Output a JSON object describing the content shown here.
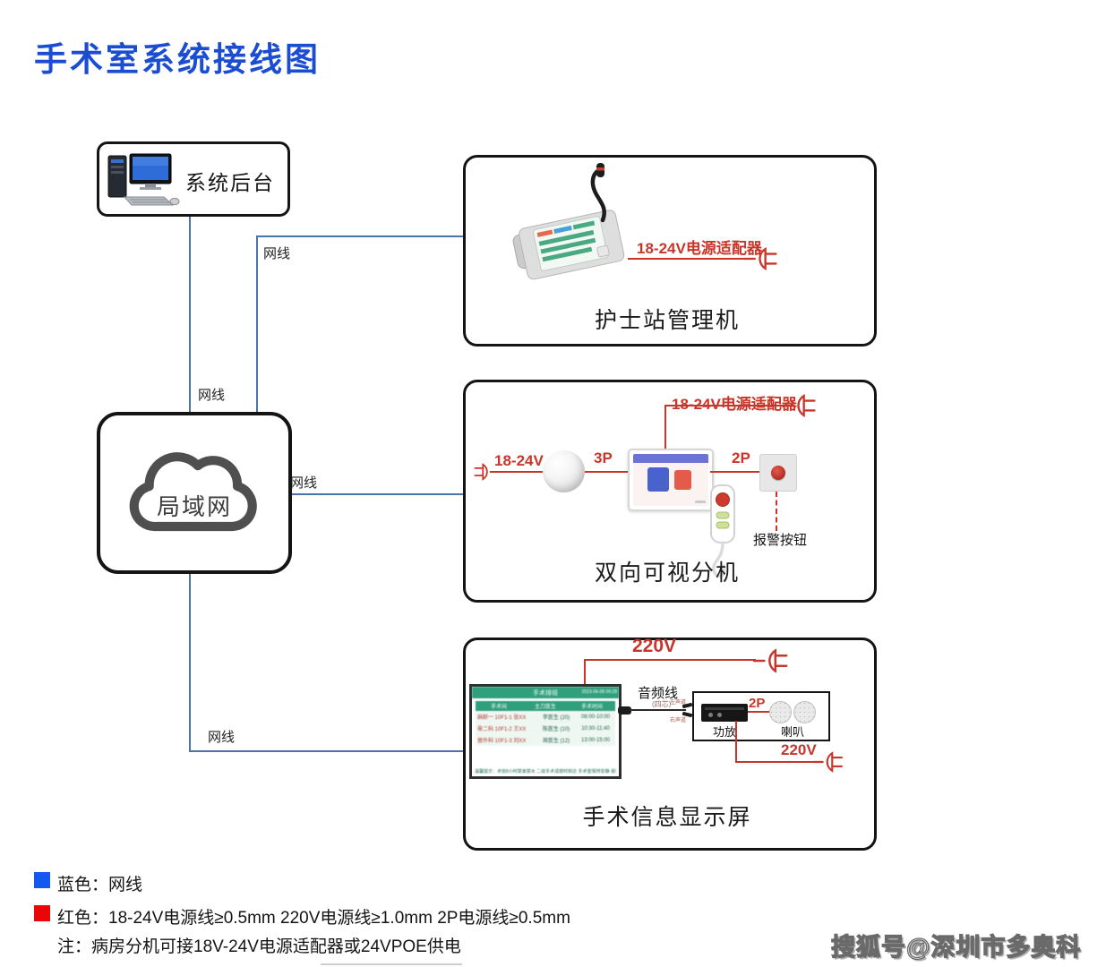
{
  "title": "手术室系统接线图",
  "watermark": "搜狐号@深圳市多奥科技",
  "colors": {
    "title_blue": "#1b4dd2",
    "wire_blue": "#4a74ac",
    "wire_red": "#c8362b",
    "legend_blue": "#1459ef",
    "legend_red": "#ea0606"
  },
  "net_labels": [
    "网线",
    "网线",
    "网线",
    "网线"
  ],
  "backend": {
    "label": "系统后台"
  },
  "lan": {
    "label": "局域网"
  },
  "box1": {
    "title": "护士站管理机",
    "adapter": "18-24V电源适配器"
  },
  "box2": {
    "title": "双向可视分机",
    "adapter": "18-24V电源适配器",
    "power": "18-24V",
    "p3": "3P",
    "p2": "2P",
    "alarm": "报警按钮"
  },
  "box3": {
    "title": "手术信息显示屏",
    "power_top": "220V",
    "power_bottom": "220V",
    "audio": "音频线",
    "audio_spec": "(四芯)",
    "ch_left": "左声道",
    "ch_right": "右声道",
    "p2": "2P",
    "amp": "功放",
    "speaker": "喇叭",
    "screen": {
      "header": "手术排班",
      "time": "2023-06-08 09:28",
      "cols": [
        "手术间",
        "主刀医生",
        "手术时间"
      ],
      "rows": [
        [
          "麻醉一 10F1-1 张XX",
          "李医生 (20)",
          "08:00-10:00"
        ],
        [
          "骨二科 10F1-2 王XX",
          "陈医生 (10)",
          "10:30-11:40"
        ],
        [
          "普外科 10F1-3 刘XX",
          "周医生 (12)",
          "13:00-15:00"
        ]
      ],
      "footer": "温馨提示：术前8小时禁食禁水 二级手术请按时到达 手术室保持安静 谢谢配合"
    }
  },
  "legend": {
    "blue": "蓝色：网线",
    "red": "红色：18-24V电源线≥0.5mm   220V电源线≥1.0mm   2P电源线≥0.5mm",
    "note": "注：病房分机可接18V-24V电源适配器或24VPOE供电"
  }
}
